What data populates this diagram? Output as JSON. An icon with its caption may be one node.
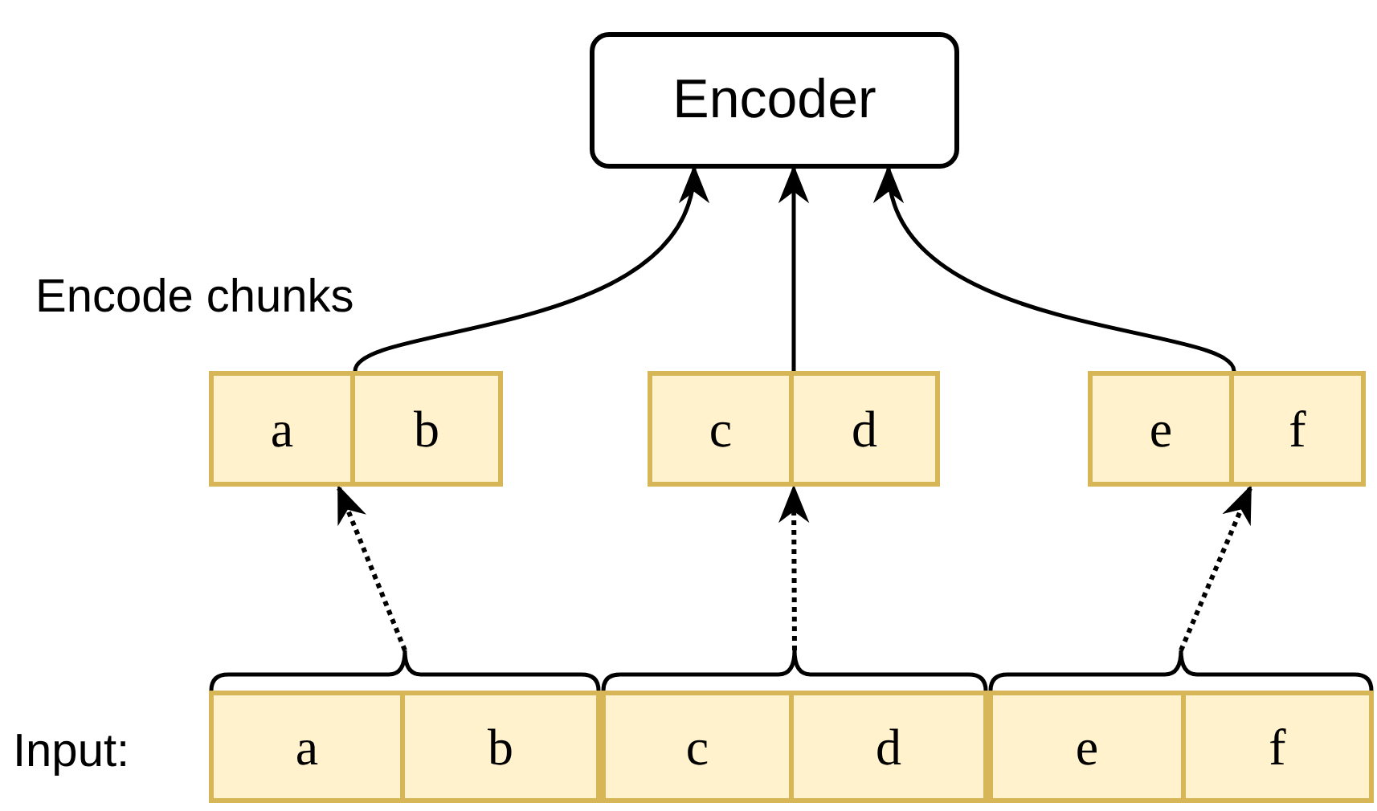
{
  "diagram": {
    "nodes": [
      {
        "text": [
          "Encoder"
        ]
      },
      {
        "text": [],
        "shape": "box"
      },
      {
        "text": [
          "a"
        ],
        "in": 1
      },
      {
        "text": [
          "b"
        ],
        "in": 1
      },
      {
        "text": [],
        "shape": "box"
      },
      {
        "text": [
          "c"
        ],
        "in": 4
      },
      {
        "text": [
          "d"
        ],
        "in": 4
      },
      {
        "text": [],
        "shape": "box"
      },
      {
        "text": [
          "e"
        ],
        "in": 7
      },
      {
        "text": [
          "f"
        ],
        "in": 7
      },
      {
        "text": [],
        "shape": "box"
      },
      {
        "text": [
          "a"
        ],
        "in": 10
      },
      {
        "text": [
          "b"
        ],
        "in": 10
      },
      {
        "text": [],
        "shape": "box"
      },
      {
        "text": [
          "c"
        ],
        "in": 13
      },
      {
        "text": [
          "d"
        ],
        "in": 13
      },
      {
        "text": [],
        "shape": "box"
      },
      {
        "text": [
          "e"
        ],
        "in": 16
      },
      {
        "text": [
          "f"
        ],
        "in": 16
      }
    ],
    "edges": [
      {
        "from": 1,
        "to": 0,
        "arrow": "to"
      },
      {
        "from": 4,
        "to": 0,
        "arrow": "to"
      },
      {
        "from": 7,
        "to": 0,
        "arrow": "to"
      },
      {
        "from": 10,
        "to": 1,
        "arrow": "to",
        "style": "dashed"
      },
      {
        "from": 13,
        "to": 4,
        "arrow": "to",
        "style": "dashed"
      },
      {
        "from": 16,
        "to": 7,
        "arrow": "to",
        "style": "dashed"
      }
    ],
    "labels": [
      "Encode chunks",
      "Input:"
    ]
  }
}
